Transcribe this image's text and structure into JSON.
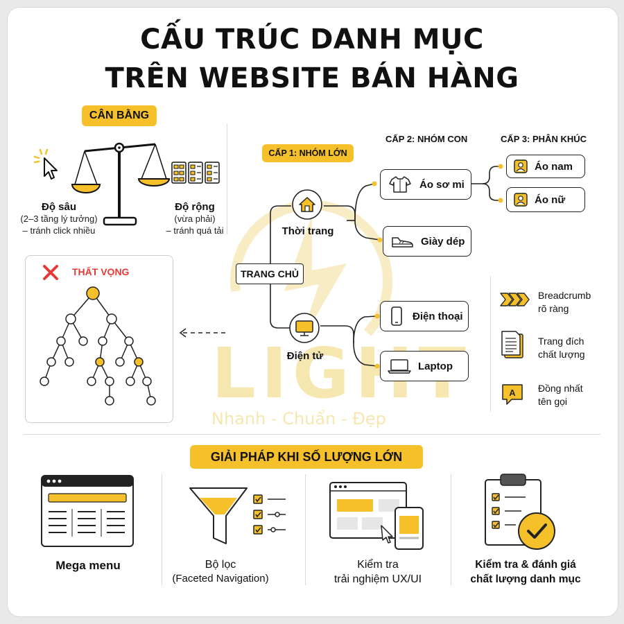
{
  "title": {
    "line1": "CẤU TRÚC DANH MỤC",
    "line2": "TRÊN WEBSITE BÁN HÀNG"
  },
  "balance": {
    "badge": "CÂN BẰNG",
    "depth_title": "Độ sâu",
    "depth_line1": "(2–3 tầng lý tưởng)",
    "depth_line2": "– tránh click nhiều",
    "width_title": "Độ rộng",
    "width_line1": "(vừa phải)",
    "width_line2": "– tránh quá tải"
  },
  "fail": {
    "label": "THẤT VỌNG"
  },
  "tree": {
    "level1_badge": "CẤP 1: NHÓM LỚN",
    "level2_header": "CẤP 2: NHÓM CON",
    "level3_header": "CẤP 3: PHÂN KHÚC",
    "root": "TRANG CHỦ",
    "fashion": "Thời trang",
    "electronics": "Điện tử",
    "shirt": "Áo sơ mi",
    "shoes": "Giày dép",
    "men": "Áo nam",
    "women": "Áo nữ",
    "phone": "Điện thoại",
    "laptop": "Laptop"
  },
  "tips": [
    {
      "line1": "Breadcrumb",
      "line2": "rõ ràng",
      "icon": "breadcrumb-icon"
    },
    {
      "line1": "Trang đích",
      "line2": "chất lượng",
      "icon": "document-icon"
    },
    {
      "line1": "Đồng nhất",
      "line2": "tên gọi",
      "icon": "speech-a-icon"
    }
  ],
  "solutions": {
    "badge": "GIẢI PHÁP KHI SỐ LƯỢNG LỚN",
    "items": [
      {
        "line1": "Mega menu",
        "line2": "",
        "icon": "mega-menu-icon"
      },
      {
        "line1": "Bộ lọc",
        "line2": "(Faceted Navigation)",
        "icon": "filter-funnel-icon"
      },
      {
        "line1": "Kiểm tra",
        "line2": "trải nghiệm UX/UI",
        "icon": "ux-devices-icon"
      },
      {
        "line1": "Kiểm tra & đánh giá",
        "line2": "chất lượng danh mục",
        "icon": "clipboard-check-icon"
      }
    ]
  },
  "watermark": {
    "brand": "LIGHT",
    "slogan": "Nhanh - Chuẩn - Đẹp"
  },
  "colors": {
    "accent": "#f5c02a",
    "red": "#e53935",
    "line": "#222222"
  }
}
